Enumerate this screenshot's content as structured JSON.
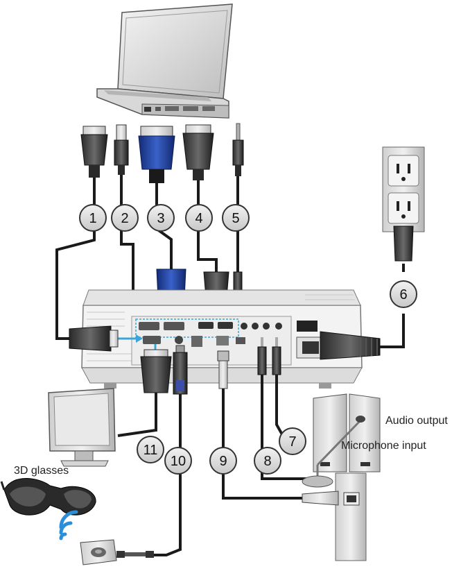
{
  "labels": {
    "glasses": "3D glasses",
    "audio_output": "Audio output",
    "microphone_input": "Microphone input"
  },
  "callouts": [
    "1",
    "2",
    "3",
    "4",
    "5",
    "6",
    "7",
    "8",
    "9",
    "10",
    "11"
  ],
  "colors": {
    "cable": "#1a1a1a",
    "vga_blue": "#1f3f9a",
    "callout_fill": "#dedede",
    "wireless": "#2a8fd8",
    "arrow": "#3aa6d8"
  }
}
